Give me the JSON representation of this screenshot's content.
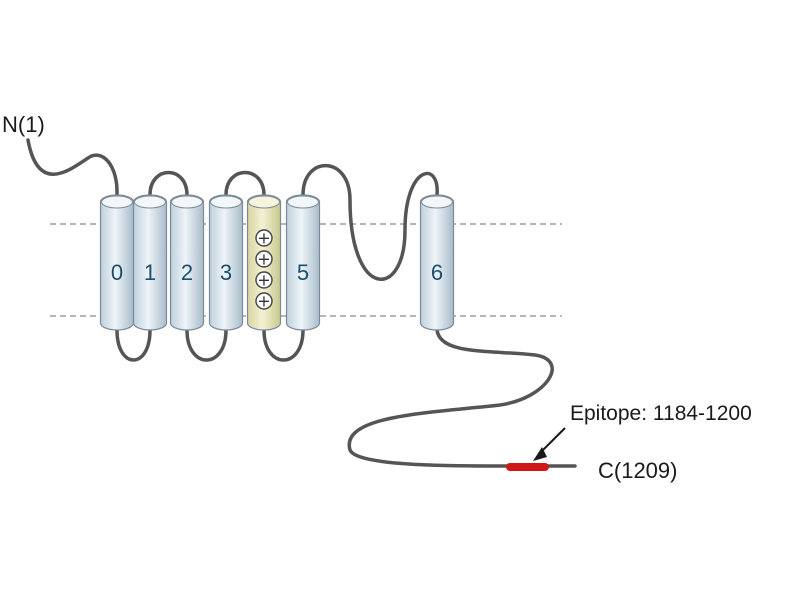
{
  "labels": {
    "n_terminus": "N(1)",
    "c_terminus": "C(1209)",
    "epitope": "Epitope: 1184-1200"
  },
  "segments": [
    {
      "label": "0",
      "kind": "plain"
    },
    {
      "label": "1",
      "kind": "plain"
    },
    {
      "label": "2",
      "kind": "plain"
    },
    {
      "label": "3",
      "kind": "plain"
    },
    {
      "label": "",
      "kind": "voltage-sensor",
      "charges": [
        "+",
        "+",
        "+",
        "+"
      ]
    },
    {
      "label": "5",
      "kind": "plain"
    },
    {
      "label": "6",
      "kind": "plain"
    }
  ],
  "colors": {
    "helix_fill": "#dde7ef",
    "helix_stroke": "#7a8a96",
    "sensor_fill": "#e8e7bf",
    "loop": "#555555",
    "membrane": "#888888",
    "epitope": "#d01818"
  }
}
